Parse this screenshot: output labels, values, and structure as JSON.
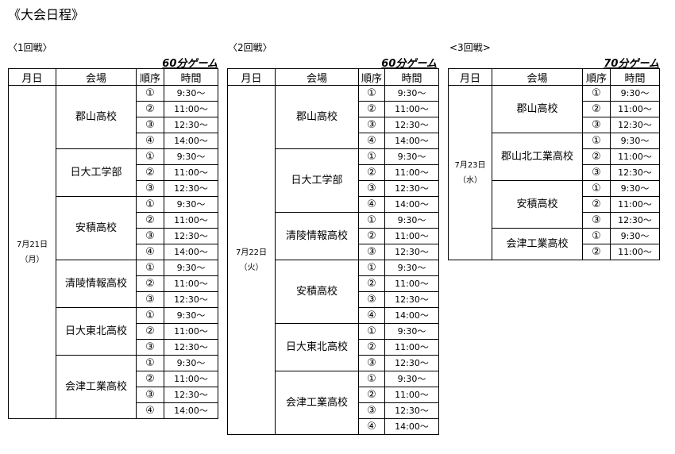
{
  "page_title": "《大会日程》",
  "headers": {
    "date": "月日",
    "venue": "会場",
    "order": "順序",
    "time": "時間"
  },
  "rounds": [
    {
      "label": "〈1回戦〉",
      "game_length": "60分ゲーム",
      "date_lines": [
        "7月21日",
        "（月）"
      ],
      "venues": [
        {
          "name": "郡山高校",
          "slots": [
            {
              "order": "①",
              "time": "9:30〜"
            },
            {
              "order": "②",
              "time": "11:00〜"
            },
            {
              "order": "③",
              "time": "12:30〜"
            },
            {
              "order": "④",
              "time": "14:00〜"
            }
          ]
        },
        {
          "name": "日大工学部",
          "slots": [
            {
              "order": "①",
              "time": "9:30〜"
            },
            {
              "order": "②",
              "time": "11:00〜"
            },
            {
              "order": "③",
              "time": "12:30〜"
            }
          ]
        },
        {
          "name": "安積高校",
          "slots": [
            {
              "order": "①",
              "time": "9:30〜"
            },
            {
              "order": "②",
              "time": "11:00〜"
            },
            {
              "order": "③",
              "time": "12:30〜"
            },
            {
              "order": "④",
              "time": "14:00〜"
            }
          ]
        },
        {
          "name": "清陵情報高校",
          "slots": [
            {
              "order": "①",
              "time": "9:30〜"
            },
            {
              "order": "②",
              "time": "11:00〜"
            },
            {
              "order": "③",
              "time": "12:30〜"
            }
          ]
        },
        {
          "name": "日大東北高校",
          "slots": [
            {
              "order": "①",
              "time": "9:30〜"
            },
            {
              "order": "②",
              "time": "11:00〜"
            },
            {
              "order": "③",
              "time": "12:30〜"
            }
          ]
        },
        {
          "name": "会津工業高校",
          "slots": [
            {
              "order": "①",
              "time": "9:30〜"
            },
            {
              "order": "②",
              "time": "11:00〜"
            },
            {
              "order": "③",
              "time": "12:30〜"
            },
            {
              "order": "④",
              "time": "14:00〜"
            }
          ]
        }
      ]
    },
    {
      "label": "〈2回戦〉",
      "game_length": "60分ゲーム",
      "date_lines": [
        "7月22日",
        "（火）"
      ],
      "venues": [
        {
          "name": "郡山高校",
          "slots": [
            {
              "order": "①",
              "time": "9:30〜"
            },
            {
              "order": "②",
              "time": "11:00〜"
            },
            {
              "order": "③",
              "time": "12:30〜"
            },
            {
              "order": "④",
              "time": "14:00〜"
            }
          ]
        },
        {
          "name": "日大工学部",
          "slots": [
            {
              "order": "①",
              "time": "9:30〜"
            },
            {
              "order": "②",
              "time": "11:00〜"
            },
            {
              "order": "③",
              "time": "12:30〜"
            },
            {
              "order": "④",
              "time": "14:00〜"
            }
          ]
        },
        {
          "name": "清陵情報高校",
          "slots": [
            {
              "order": "①",
              "time": "9:30〜"
            },
            {
              "order": "②",
              "time": "11:00〜"
            },
            {
              "order": "③",
              "time": "12:30〜"
            }
          ]
        },
        {
          "name": "安積高校",
          "slots": [
            {
              "order": "①",
              "time": "9:30〜"
            },
            {
              "order": "②",
              "time": "11:00〜"
            },
            {
              "order": "③",
              "time": "12:30〜"
            },
            {
              "order": "④",
              "time": "14:00〜"
            }
          ]
        },
        {
          "name": "日大東北高校",
          "slots": [
            {
              "order": "①",
              "time": "9:30〜"
            },
            {
              "order": "②",
              "time": "11:00〜"
            },
            {
              "order": "③",
              "time": "12:30〜"
            }
          ]
        },
        {
          "name": "会津工業高校",
          "slots": [
            {
              "order": "①",
              "time": "9:30〜"
            },
            {
              "order": "②",
              "time": "11:00〜"
            },
            {
              "order": "③",
              "time": "12:30〜"
            },
            {
              "order": "④",
              "time": "14:00〜"
            }
          ]
        }
      ]
    },
    {
      "label": "<3回戦>",
      "game_length": "70分ゲーム",
      "date_lines": [
        "7月23日",
        "（水）"
      ],
      "venues": [
        {
          "name": "郡山高校",
          "slots": [
            {
              "order": "①",
              "time": "9:30〜"
            },
            {
              "order": "②",
              "time": "11:00〜"
            },
            {
              "order": "③",
              "time": "12:30〜"
            }
          ]
        },
        {
          "name": "郡山北工業高校",
          "slots": [
            {
              "order": "①",
              "time": "9:30〜"
            },
            {
              "order": "②",
              "time": "11:00〜"
            },
            {
              "order": "③",
              "time": "12:30〜"
            }
          ]
        },
        {
          "name": "安積高校",
          "slots": [
            {
              "order": "①",
              "time": "9:30〜"
            },
            {
              "order": "②",
              "time": "11:00〜"
            },
            {
              "order": "③",
              "time": "12:30〜"
            }
          ]
        },
        {
          "name": "会津工業高校",
          "slots": [
            {
              "order": "①",
              "time": "9:30〜"
            },
            {
              "order": "②",
              "time": "11:00〜"
            }
          ]
        }
      ]
    }
  ]
}
